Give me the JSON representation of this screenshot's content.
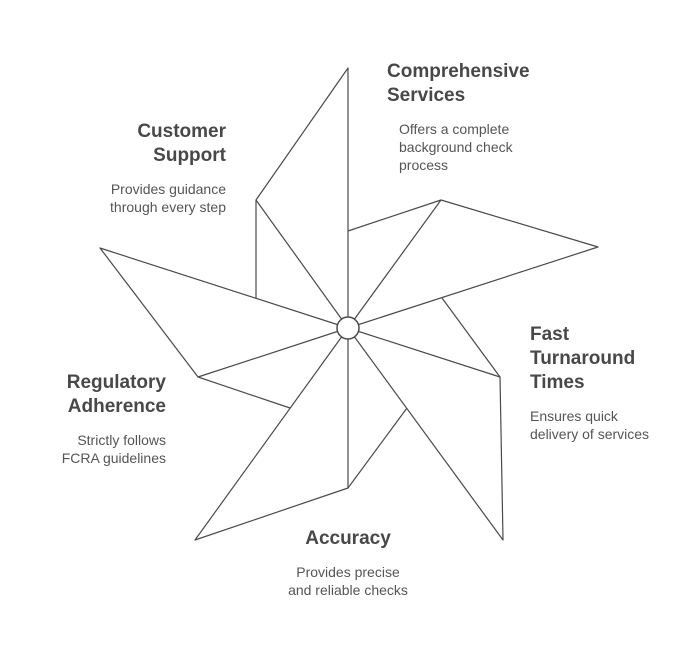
{
  "colors": {
    "stroke": "#4a4a4a",
    "fill": "#ffffff"
  },
  "segments": [
    {
      "id": "comprehensive-services",
      "title": "Comprehensive\nServices",
      "description": "Offers a complete\nbackground check\nprocess"
    },
    {
      "id": "fast-turnaround-times",
      "title": "Fast\nTurnaround\nTimes",
      "description": "Ensures quick\ndelivery of services"
    },
    {
      "id": "accuracy",
      "title": "Accuracy",
      "description": "Provides precise\nand reliable checks"
    },
    {
      "id": "regulatory-adherence",
      "title": "Regulatory\nAdherence",
      "description": "Strictly follows\nFCRA guidelines"
    },
    {
      "id": "customer-support",
      "title": "Customer\nSupport",
      "description": "Provides guidance\nthrough every step"
    }
  ]
}
